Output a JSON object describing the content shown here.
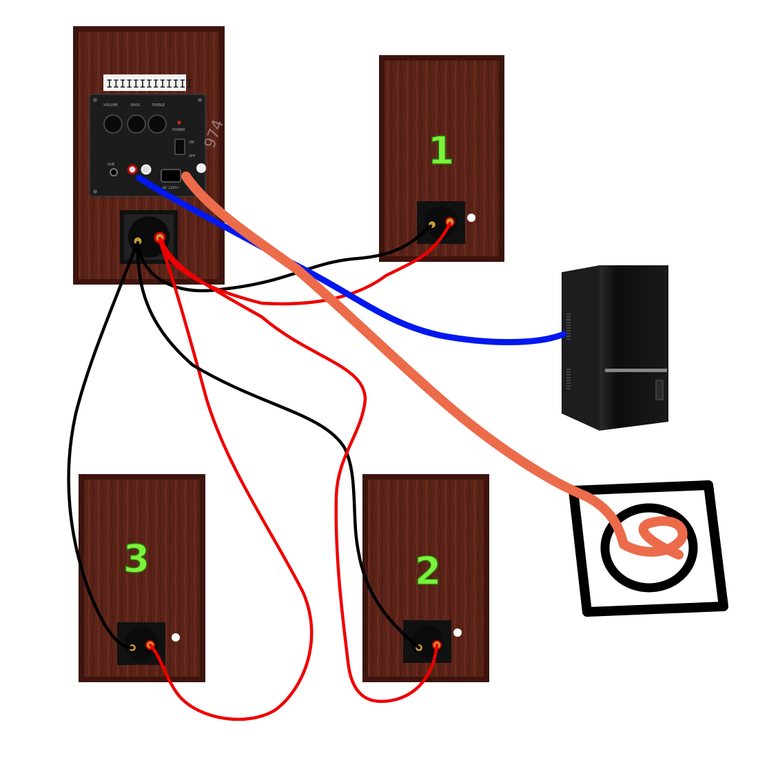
{
  "speakers": [
    {
      "id": "main",
      "label": ""
    },
    {
      "id": "s1",
      "label": "1"
    },
    {
      "id": "s2",
      "label": "2"
    },
    {
      "id": "s3",
      "label": "3"
    }
  ],
  "panel": {
    "knob_labels": [
      "VOLUME",
      "BASS",
      "TREBLE"
    ],
    "power_label": "POWER",
    "on_label": "ON",
    "off_label": "OFF",
    "sub_label": "SUB",
    "ac_label": "AC 220V~",
    "barcode_text": "IIIIIIIIIIIII"
  },
  "watermark_text": "974",
  "colors": {
    "wood": "#5a2318",
    "wood_dark": "#3d140d",
    "wood_grain": "#7a3324",
    "label_green": "#7cf23a",
    "cable_black": "#000000",
    "cable_red": "#ee0000",
    "cable_blue": "#0018ee",
    "cable_power": "#ec6b4a",
    "pc_body": "#111111",
    "panel": "#1c1c1c"
  },
  "icons": [
    "pc-tower-icon",
    "wall-socket-icon",
    "speaker-terminal-icon",
    "knob-icon"
  ]
}
